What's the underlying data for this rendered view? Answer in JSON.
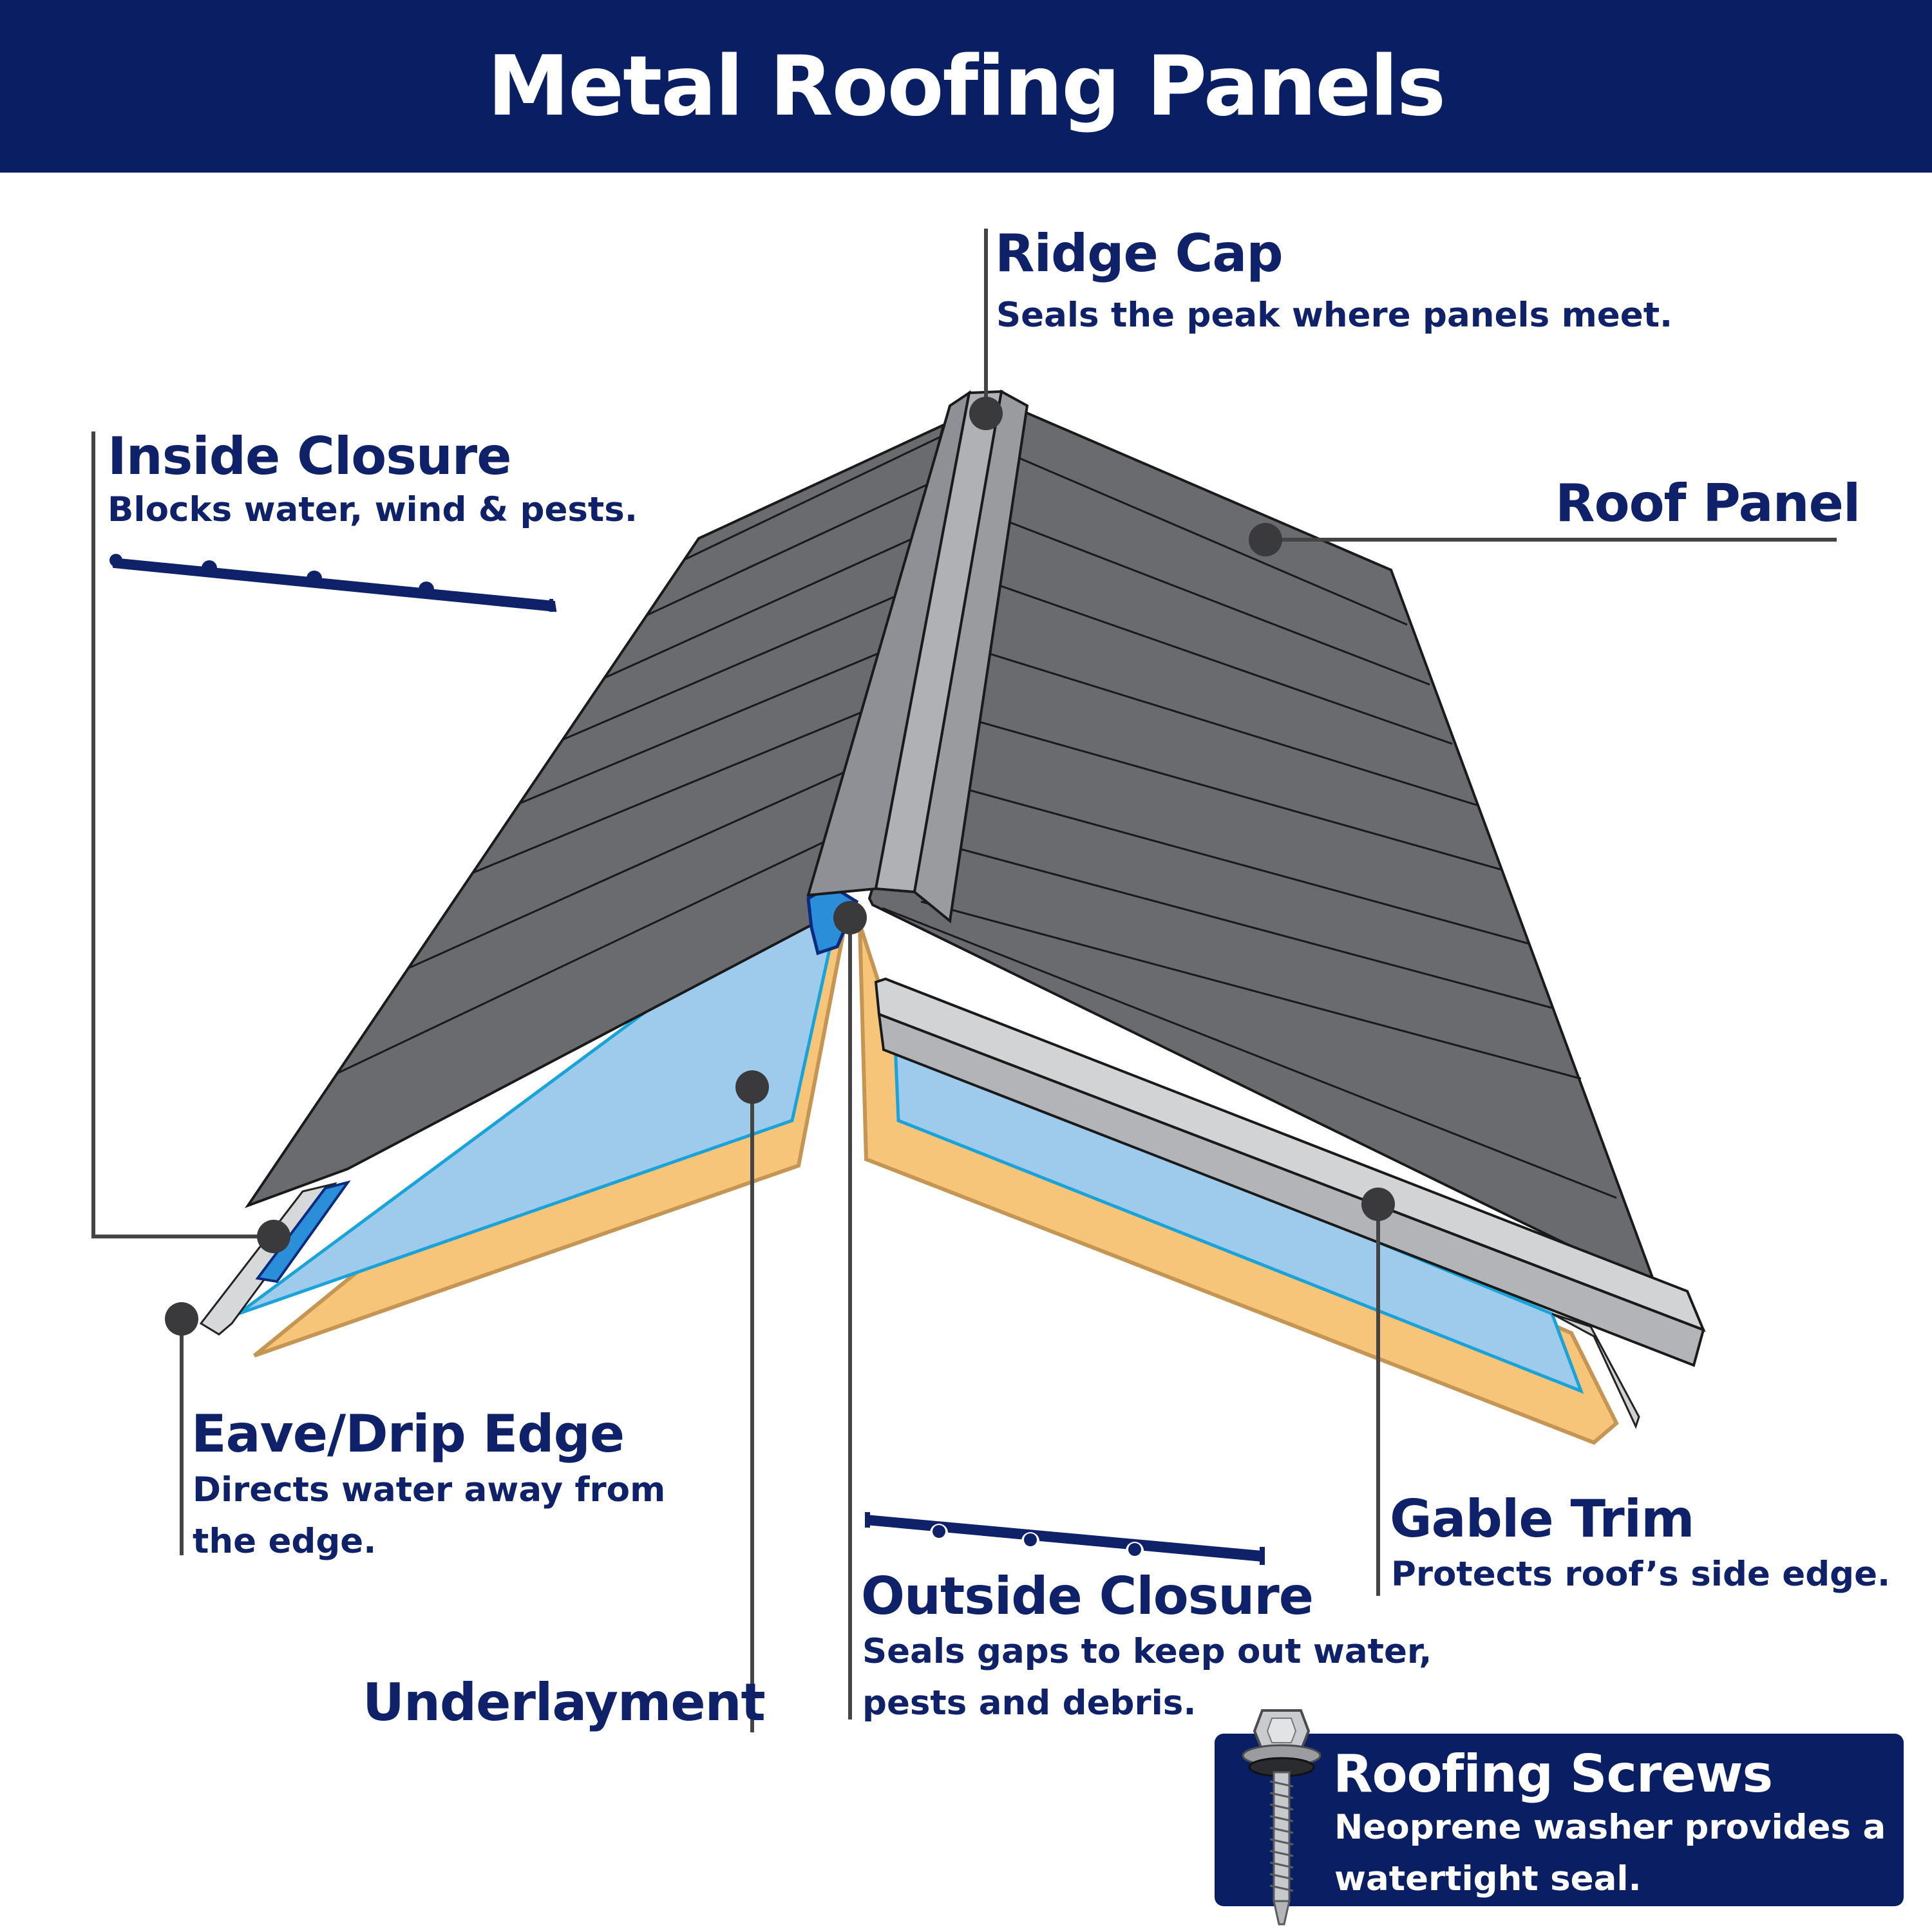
{
  "title": "Metal Roofing Panels",
  "colors": {
    "brand_navy": "#0a1f63",
    "panel_gray": "#6a6b6f",
    "ridge_cap": "#9ea0a4",
    "underlayment_blue": "#9ecaec",
    "decking_tan": "#f6c57a",
    "trim_light": "#cfd0d2"
  },
  "labels": {
    "ridge_cap": {
      "title": "Ridge Cap",
      "desc": "Seals the peak where panels meet."
    },
    "inside_closure": {
      "title": "Inside Closure",
      "desc": "Blocks water, wind & pests."
    },
    "roof_panel": {
      "title": "Roof Panel"
    },
    "eave_drip_edge": {
      "title": "Eave/Drip Edge",
      "desc": "Directs water away from the edge."
    },
    "underlayment": {
      "title": "Underlayment"
    },
    "outside_closure": {
      "title": "Outside Closure",
      "desc": "Seals gaps to keep out water, pests and debris."
    },
    "gable_trim": {
      "title": "Gable Trim",
      "desc": "Protects roof’s side edge."
    },
    "roofing_screws": {
      "title": "Roofing Screws",
      "desc": "Neoprene washer provides a watertight seal."
    }
  },
  "icons": [
    "inside-closure-strip-icon",
    "outside-closure-strip-icon",
    "roofing-screw-icon"
  ]
}
